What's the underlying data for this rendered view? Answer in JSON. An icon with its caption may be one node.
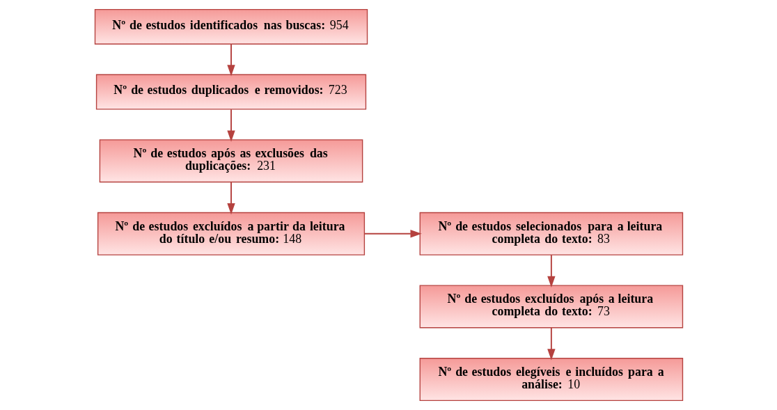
{
  "diagram": {
    "nodes": [
      {
        "text": [
          "**Nº de estudos identificados nas buscas:** 954"
        ]
      },
      {
        "text": [
          "**Nº de estudos duplicados e removidos:** 723"
        ]
      },
      {
        "text": [
          "**Nº de estudos após as exclusões das duplicações:** 231"
        ]
      },
      {
        "text": [
          "**Nº de estudos excluídos a partir da leitura do título e/ou resumo:** 148"
        ]
      },
      {
        "text": [
          "**Nº de estudos selecionados para a leitura completa do texto:** 83"
        ]
      },
      {
        "text": [
          "**Nº de estudos excluídos após a leitura completa do texto:** 73"
        ]
      },
      {
        "text": [
          "**Nº de estudos elegíveis e incluídos para a análise:** 10"
        ]
      }
    ],
    "edges": [
      {
        "from": 0,
        "to": 1,
        "arrow": "to"
      },
      {
        "from": 1,
        "to": 2,
        "arrow": "to"
      },
      {
        "from": 2,
        "to": 3,
        "arrow": "to"
      },
      {
        "from": 3,
        "to": 4,
        "arrow": "to"
      },
      {
        "from": 4,
        "to": 5,
        "arrow": "to"
      },
      {
        "from": 5,
        "to": 6,
        "arrow": "to"
      }
    ]
  }
}
